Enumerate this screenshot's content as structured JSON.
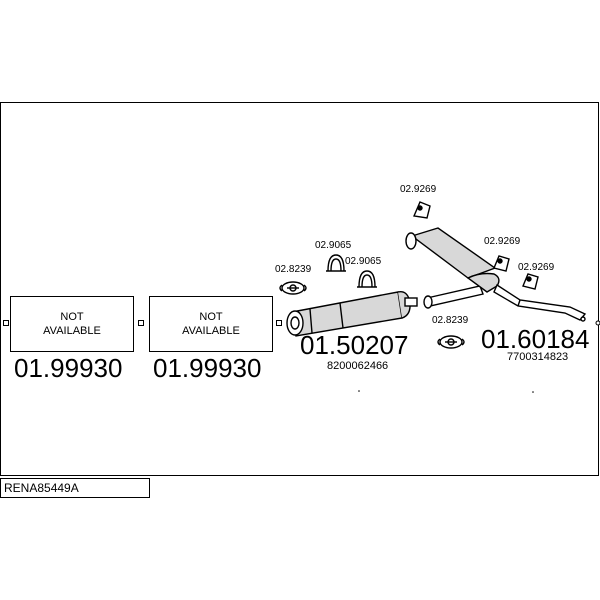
{
  "boxes": [
    {
      "line1": "NOT",
      "line2": "AVAILABLE",
      "code": "01.99930"
    },
    {
      "line1": "NOT",
      "line2": "AVAILABLE",
      "code": "01.99930"
    }
  ],
  "parts": {
    "rear_clamp": "02.8239",
    "hanger_a": "02.9065",
    "hanger_b": "02.9065",
    "middle_code": "01.50207",
    "middle_oem": "8200062466",
    "mid_clamp": "02.8239",
    "top_hanger": "02.9269",
    "right_hanger_a": "02.9269",
    "right_hanger_b": "02.9269",
    "front_code": "01.60184",
    "front_oem": "7700314823"
  },
  "footer": {
    "reference": "RENA85449A"
  }
}
